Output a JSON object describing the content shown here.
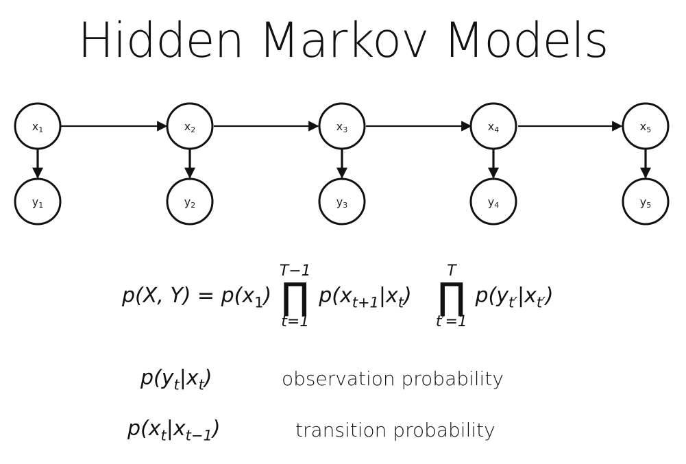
{
  "title": "Hidden Markov Models",
  "nodes": {
    "x": [
      "x",
      "x",
      "x",
      "x",
      "x"
    ],
    "x_sub": [
      "1",
      "2",
      "3",
      "4",
      "5"
    ],
    "y": [
      "y",
      "y",
      "y",
      "y",
      "y"
    ],
    "y_sub": [
      "1",
      "2",
      "3",
      "4",
      "5"
    ]
  },
  "formula": {
    "lhs": "p(X, Y) =",
    "p_x1": "p(x",
    "p_x1_sub": "1",
    "close": ")",
    "prod1_upper": "T−1",
    "prod1_lower": "t=1",
    "prod1_symbol": "∏",
    "trans_p": "p(x",
    "trans_sub1": "t+1",
    "trans_mid": "|x",
    "trans_sub2": "t",
    "trans_close": ")",
    "prod2_upper": "T",
    "prod2_lower": "t′=1",
    "prod2_symbol": "∏",
    "obs_p": "p(y",
    "obs_sub1": "t′",
    "obs_mid": "|x",
    "obs_sub2": "t′",
    "obs_close": ")"
  },
  "definitions": [
    {
      "expr_a": "p(y",
      "sub_a": "t",
      "expr_b": "|x",
      "sub_b": "t",
      "expr_c": ")",
      "label": "observation probability"
    },
    {
      "expr_a": "p(x",
      "sub_a": "t",
      "expr_b": "|x",
      "sub_b": "t−1",
      "expr_c": ")",
      "label": "transition probability"
    }
  ]
}
